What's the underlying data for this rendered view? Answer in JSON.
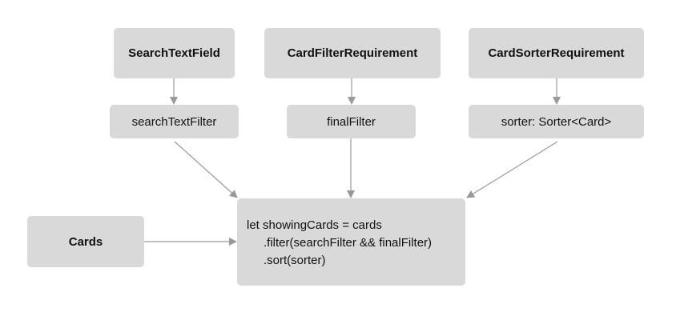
{
  "nodes": {
    "search_text_field": "SearchTextField",
    "card_filter_requirement": "CardFilterRequirement",
    "card_sorter_requirement": "CardSorterRequirement",
    "search_text_filter": "searchTextFilter",
    "final_filter": "finalFilter",
    "sorter": "sorter: Sorter<Card>",
    "cards": "Cards"
  },
  "code": {
    "line1": "let showingCards = cards",
    "line2": ".filter(searchFilter && finalFilter)",
    "line3": ".sort(sorter)"
  },
  "colors": {
    "node_fill": "#d9d9d9",
    "arrow": "#999999"
  }
}
